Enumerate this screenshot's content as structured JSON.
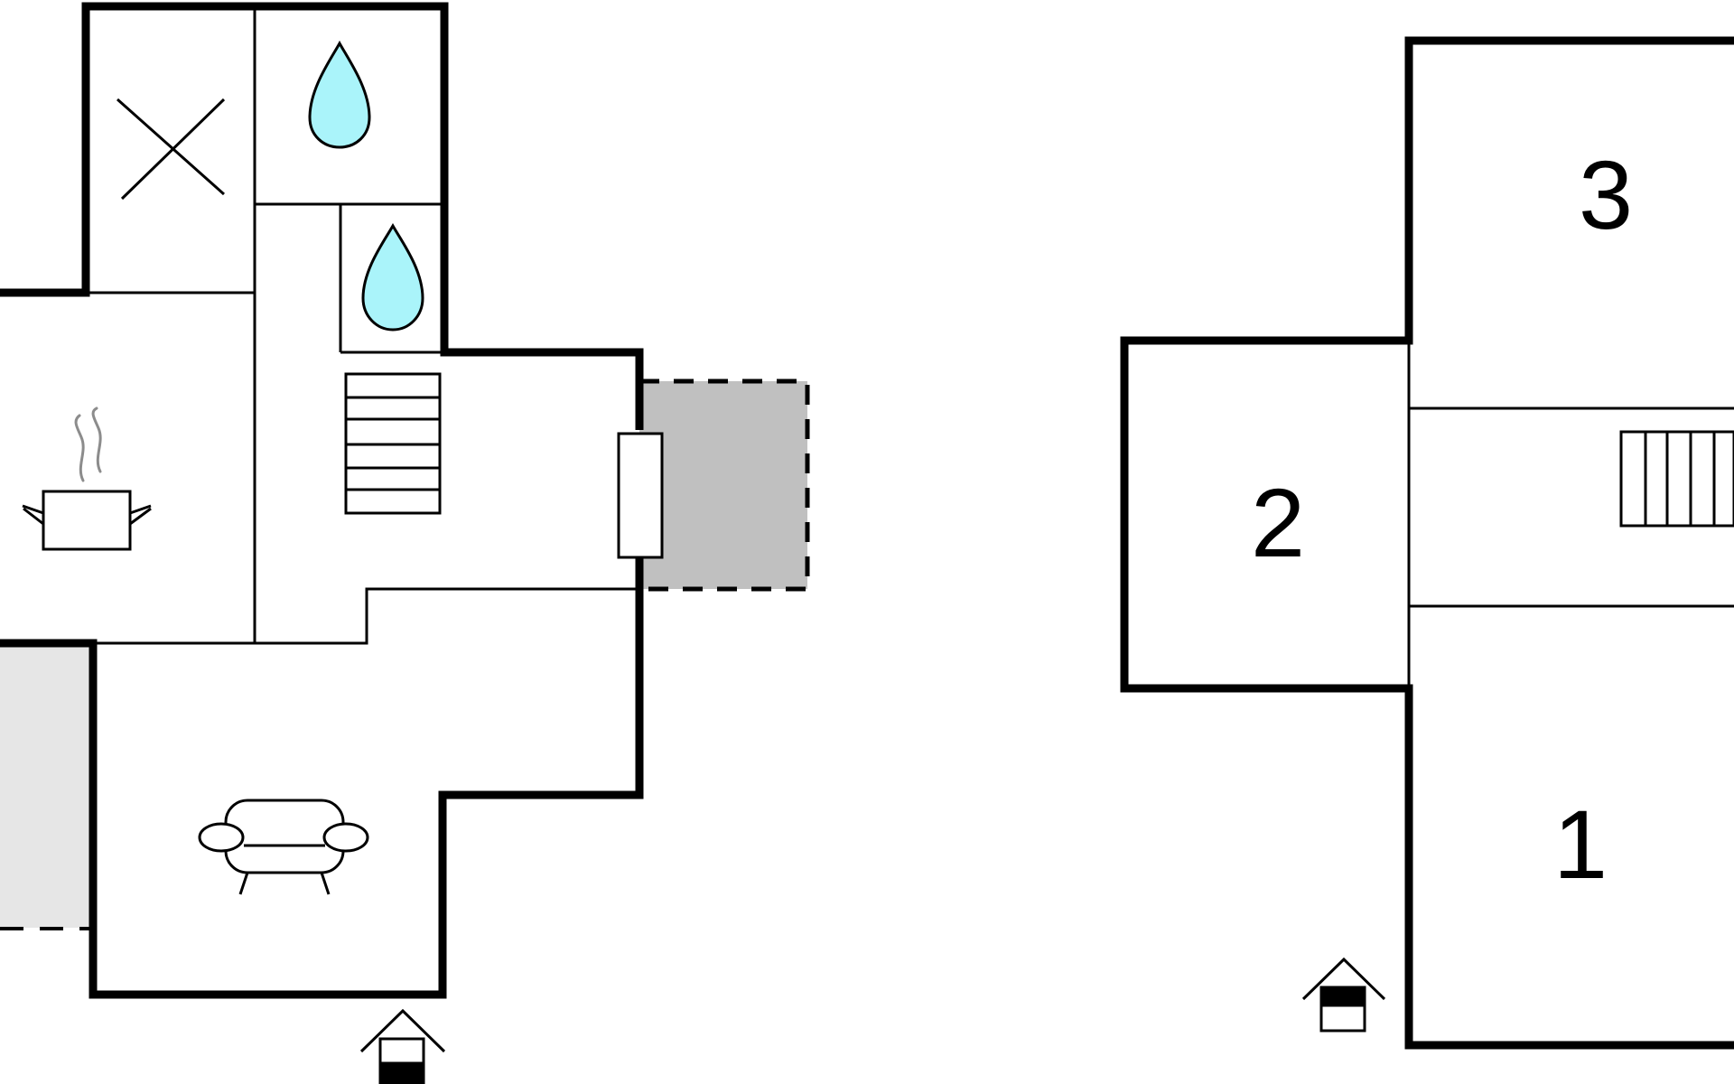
{
  "diagram": {
    "type": "floor-plan",
    "colors": {
      "wall": "#000000",
      "water_fill": "#aaf4fa",
      "terrace_fill": "#c0c0c0",
      "outside_fill": "#e6e6e6",
      "steam": "#8c8c8c",
      "background": "#ffffff"
    },
    "ground_floor": {
      "icons": [
        "technical-room-icon",
        "bathroom-water-icon",
        "toilet-water-icon",
        "kitchen-pot-icon",
        "living-room-sofa-icon",
        "stairs-icon",
        "door-icon",
        "entrance-icon"
      ]
    },
    "upper_floor": {
      "rooms": [
        {
          "label": "3"
        },
        {
          "label": "2"
        },
        {
          "label": "1"
        }
      ],
      "icons": [
        "stairs-icon",
        "entrance-icon"
      ]
    }
  }
}
